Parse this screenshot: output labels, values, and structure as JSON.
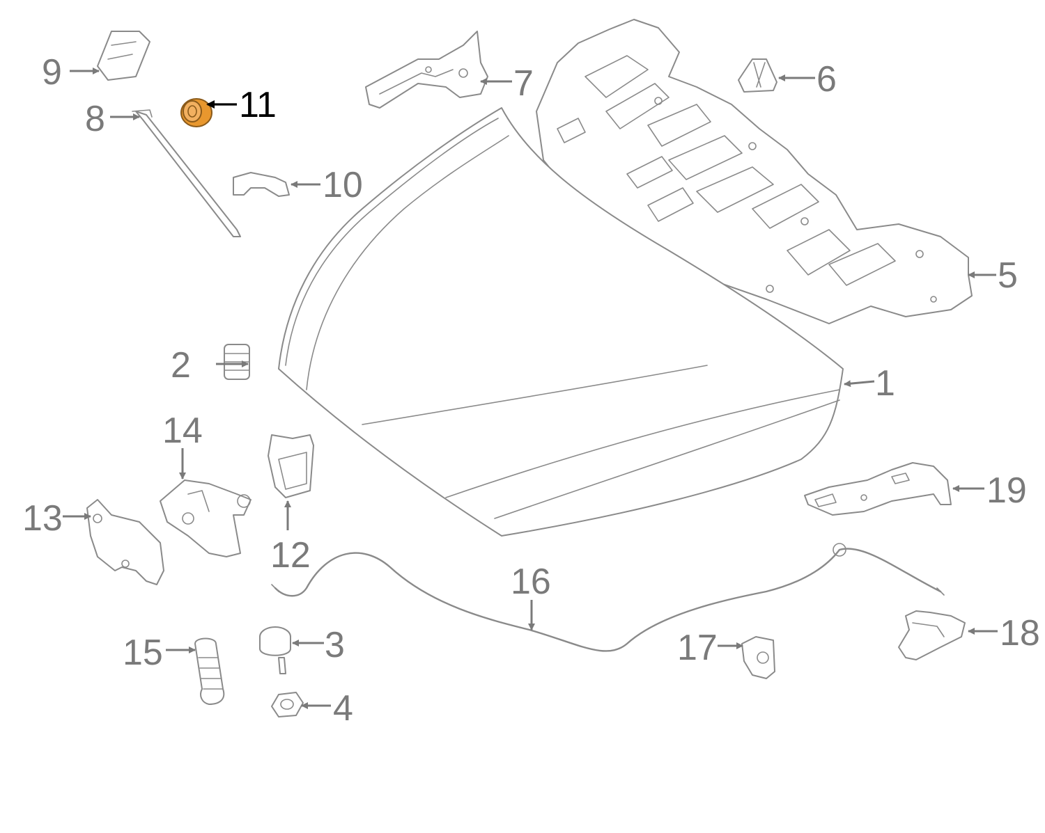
{
  "highlight_color": "#e8972e",
  "outline_color": "#8a8a8a",
  "label_color": "#7a7a7a",
  "highlighted_label_color": "#000000",
  "highlighted_part": "11",
  "labels": {
    "p1": "1",
    "p2": "2",
    "p3": "3",
    "p4": "4",
    "p5": "5",
    "p6": "6",
    "p7": "7",
    "p8": "8",
    "p9": "9",
    "p10": "10",
    "p11": "11",
    "p12": "12",
    "p13": "13",
    "p14": "14",
    "p15": "15",
    "p16": "16",
    "p17": "17",
    "p18": "18",
    "p19": "19"
  }
}
